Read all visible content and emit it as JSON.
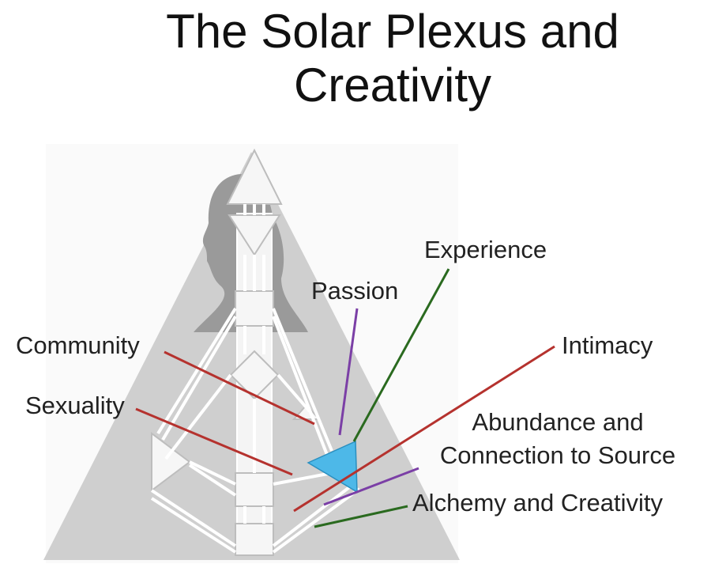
{
  "title": {
    "line1": "The Solar Plexus and",
    "line2": "Creativity"
  },
  "labels": {
    "experience": "Experience",
    "passion": "Passion",
    "community": "Community",
    "intimacy": "Intimacy",
    "sexuality": "Sexuality",
    "abundance_line1": "Abundance and",
    "abundance_line2": "Connection to Source",
    "alchemy": "Alchemy and Creativity"
  },
  "colors": {
    "red_line": "#b5322e",
    "purple_line": "#7b3fa6",
    "green_line": "#2a6a1f",
    "solar_plexus_fill": "#4db8e8",
    "body_gray": "#cfcfcf",
    "head_gray": "#9a9a9a"
  }
}
